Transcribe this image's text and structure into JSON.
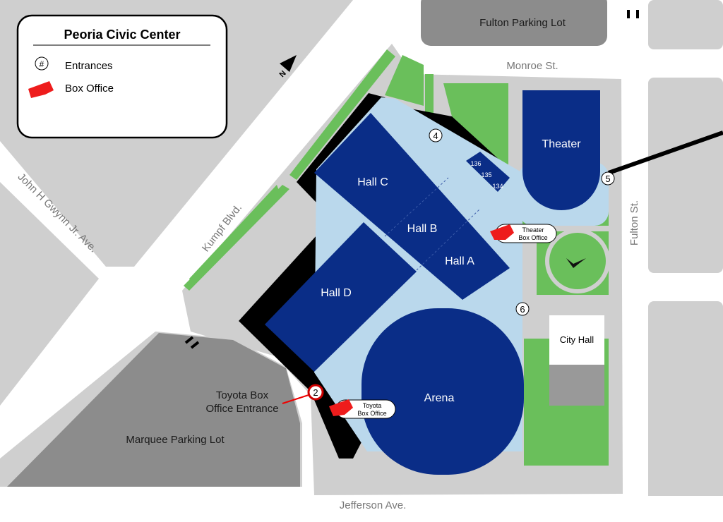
{
  "legend": {
    "title": "Peoria Civic Center",
    "entrance_symbol": "#",
    "entrances_label": "Entrances",
    "box_office_label": "Box Office"
  },
  "compass": {
    "label": "N"
  },
  "streets": {
    "monroe": "Monroe St.",
    "fulton": "Fulton St.",
    "jefferson": "Jefferson Ave.",
    "kumpf": "Kumpf Blvd.",
    "gwynn": "John H Gwynn Jr. Ave."
  },
  "lots": {
    "fulton": "Fulton Parking Lot",
    "marquee": "Marquee Parking Lot"
  },
  "venues": {
    "hall_a": "Hall A",
    "hall_b": "Hall B",
    "hall_c": "Hall C",
    "hall_d": "Hall D",
    "theater": "Theater",
    "arena": "Arena",
    "city_hall": "City Hall",
    "rooms": [
      "136",
      "135",
      "134"
    ]
  },
  "entrances": [
    "2",
    "4",
    "5",
    "6"
  ],
  "box_offices": {
    "theater_line1": "Theater",
    "theater_line2": "Box Office",
    "toyota_line1": "Toyota",
    "toyota_line2": "Box Office",
    "toyota_entrance_line1": "Toyota Box",
    "toyota_entrance_line2": "Office Entrance"
  },
  "colors": {
    "hall": "#0a2d87",
    "concourse": "#bad8ec",
    "green": "#6abf5b",
    "lot": "#8c8c8c",
    "block": "#cfcfcf",
    "box_office": "#ee1c1c"
  }
}
